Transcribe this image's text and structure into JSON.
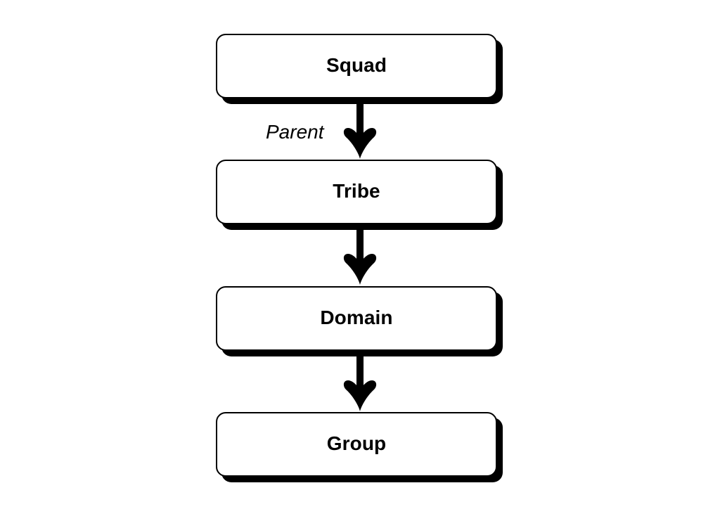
{
  "diagram": {
    "type": "flowchart",
    "orientation": "vertical-top-down",
    "background_color": "#ffffff",
    "node_fill_color": "#ffffff",
    "node_border_color": "#000000",
    "shadow_color": "#000000",
    "arrow_color": "#000000",
    "text_color": "#000000",
    "nodes": [
      {
        "id": "squad",
        "label": "Squad",
        "shape": "rounded-rectangle"
      },
      {
        "id": "tribe",
        "label": "Tribe",
        "shape": "rounded-rectangle"
      },
      {
        "id": "domain",
        "label": "Domain",
        "shape": "rounded-rectangle"
      },
      {
        "id": "group",
        "label": "Group",
        "shape": "rounded-rectangle"
      }
    ],
    "edges": [
      {
        "id": "edge-squad-tribe",
        "from": "squad",
        "to": "tribe",
        "label": "Parent",
        "label_style": "italic",
        "arrowhead": "filled-barbed"
      },
      {
        "id": "edge-tribe-domain",
        "from": "tribe",
        "to": "domain",
        "label": "",
        "label_style": "italic",
        "arrowhead": "filled-barbed"
      },
      {
        "id": "edge-domain-group",
        "from": "domain",
        "to": "group",
        "label": "",
        "label_style": "italic",
        "arrowhead": "filled-barbed"
      }
    ]
  }
}
